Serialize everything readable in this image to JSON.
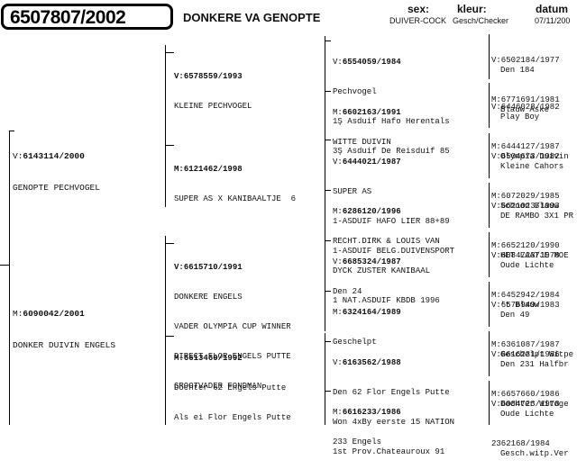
{
  "header": {
    "ring": "6507807/2002",
    "name": "DONKERE VA GENOPTE",
    "sex_label": "sex:",
    "sex_value": "DUIVER-COCK",
    "color_label": "kleur:",
    "color_value": "Gesch/Checker",
    "date_label": "datum",
    "date_value": "07/11/200"
  },
  "gen1": {
    "father": {
      "prefix": "V:",
      "ring": "6143114/2000",
      "lines": [
        "GENOPTE PECHVOGEL"
      ]
    },
    "mother": {
      "prefix": "M:",
      "ring": "6090042/2001",
      "lines": [
        "DONKER DUIVIN ENGELS"
      ]
    }
  },
  "gen2": [
    {
      "prefix": "V:",
      "ring": "6578559/1993",
      "lines": [
        "KLEINE PECHVOGEL"
      ]
    },
    {
      "prefix": "M:",
      "ring": "6121462/1998",
      "lines": [
        "SUPER AS X KANIBAALTJE  6"
      ]
    },
    {
      "prefix": "V:",
      "ring": "6615710/1991",
      "lines": [
        "DONKERE ENGELS",
        "VADER OLYMPIA CUP WINNER",
        "DIRECT FLOR ENGELS PUTTE",
        "GROOTVADER FONDMAN"
      ]
    },
    {
      "prefix": "M:",
      "ring": "6613460/1992",
      "lines": [
        "Dochter 62 Engels Putte",
        "Als ei Flor Engels Putte"
      ]
    }
  ],
  "gen3": [
    {
      "prefix": "V:",
      "ring": "6554059/1984",
      "lines": [
        "Pechvogel",
        "1Ş Asduif Hafo Herentals",
        "3Ş Asduif De Reisduif 85"
      ]
    },
    {
      "prefix": "M:",
      "ring": "6602163/1991",
      "lines": [
        "WITTE DUIVIN"
      ]
    },
    {
      "prefix": "V:",
      "ring": "6444021/1987",
      "lines": [
        "SUPER AS",
        "1-ASDUIF HAFO LIER 88+89",
        "1-ASDUIF BELG.DUIVENSPORT"
      ]
    },
    {
      "prefix": "M:",
      "ring": "6286120/1996",
      "lines": [
        "RECHT.DIRK & LOUIS VAN",
        "DYCK ZUSTER KANIBAAL",
        "1 NAT.ASDUIF KBDB 1996"
      ]
    },
    {
      "prefix": "V:",
      "ring": "6685324/1987",
      "lines": [
        "Den 24"
      ]
    },
    {
      "prefix": "M:",
      "ring": "6324164/1989",
      "lines": [
        "Geschelpt"
      ]
    },
    {
      "prefix": "V:",
      "ring": "6163562/1988",
      "lines": [
        "Den 62 Flor Engels Putte",
        "Won 4xBy eerste 15 NATION",
        "1st Prov.Chateauroux 91"
      ]
    },
    {
      "prefix": "M:",
      "ring": "6616233/1986",
      "lines": [
        "233 Engels"
      ]
    }
  ],
  "gen4": [
    {
      "v": "V:6502184/1977",
      "vn": "Den 184",
      "m": "M:6771691/1981",
      "mn": "Blauw Aske"
    },
    {
      "v": "V:6446028/1982",
      "vn": "Play Boy",
      "m": "M:6444127/1987",
      "mn": "Olympia Duivin"
    },
    {
      "v": "V:6504673/1982",
      "vn": "Kleine Cahors",
      "m": "M:6072029/1985",
      "mn": "Schoon Blauw"
    },
    {
      "v": "V:6621023/1993",
      "vn": "DE RAMBO 3X1 PR",
      "m": "M:6652120/1990",
      "mn": "HET LAATJE MOE"
    },
    {
      "v": "V:6084723/1978",
      "vn": "Oude Lichte",
      "m": "M:6452942/1984",
      "mn": "'t Blauw"
    },
    {
      "v": "V:6576949/1983",
      "vn": "Den 49",
      "m": "M:6361087/1987",
      "mn": "Geschelpt Witpe"
    },
    {
      "v": "V:6616231/1986",
      "vn": "Den 231 Halfbr",
      "m": "M:6657660/1986",
      "mn": "Dochter Witoge"
    },
    {
      "v": "V:6084723/1978",
      "vn": "Oude Lichte",
      "m": "2362168/1984",
      "mn": "Gesch.witp.Ver"
    }
  ]
}
